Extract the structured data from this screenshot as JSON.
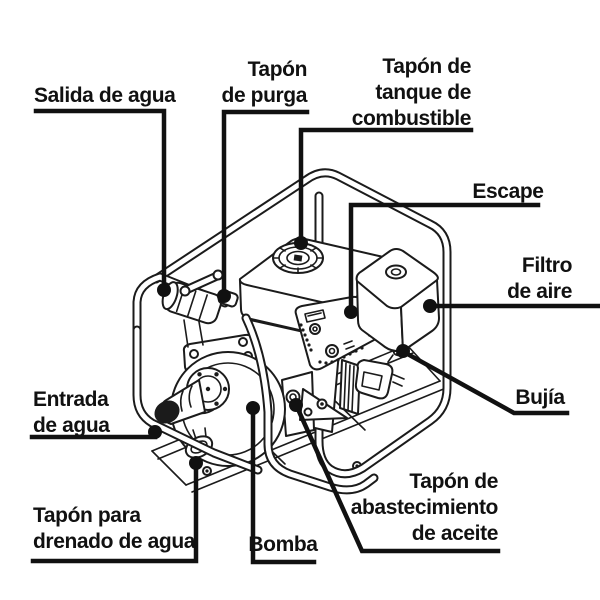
{
  "colors": {
    "ink": "#1b1b1b",
    "paper": "#ffffff",
    "label_text": "#111111"
  },
  "labels": {
    "salida_de_agua": {
      "lines": [
        "Salida de agua"
      ]
    },
    "tapon_de_purga": {
      "lines": [
        "Tapón",
        "de purga"
      ]
    },
    "tapon_tanque": {
      "lines": [
        "Tapón de",
        "tanque de",
        "combustible"
      ]
    },
    "escape": {
      "lines": [
        "Escape"
      ]
    },
    "filtro_de_aire": {
      "lines": [
        "Filtro",
        "de aire"
      ]
    },
    "bujia": {
      "lines": [
        "Bujía"
      ]
    },
    "tapon_aceite": {
      "lines": [
        "Tapón de",
        "abastecimiento",
        "de aceite"
      ]
    },
    "bomba": {
      "lines": [
        "Bomba"
      ]
    },
    "tapon_drenado": {
      "lines": [
        "Tapón para",
        "drenado de agua"
      ]
    },
    "entrada_de_agua": {
      "lines": [
        "Entrada",
        "de agua"
      ]
    }
  }
}
